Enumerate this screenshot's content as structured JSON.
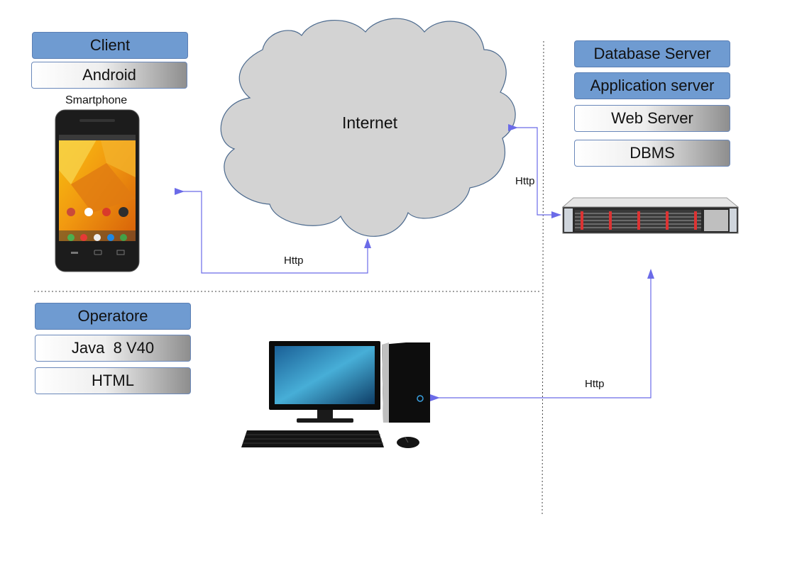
{
  "client": {
    "title": "Client",
    "os": "Android",
    "device_caption": "Smartphone"
  },
  "internet": {
    "label": "Internet"
  },
  "server": {
    "items": [
      "Database Server",
      "Application server",
      "Web Server",
      "DBMS"
    ]
  },
  "operator": {
    "title": "Operatore",
    "items": [
      "Java  8 V40",
      "HTML"
    ]
  },
  "connections": {
    "client_internet": "Http",
    "internet_server": "Http",
    "desktop_server": "Http"
  },
  "colors": {
    "header_blue": "#6f9bd1",
    "arrow": "#6b6be8",
    "cloud": "#d3d3d3",
    "cloud_stroke": "#4c6a8e"
  }
}
